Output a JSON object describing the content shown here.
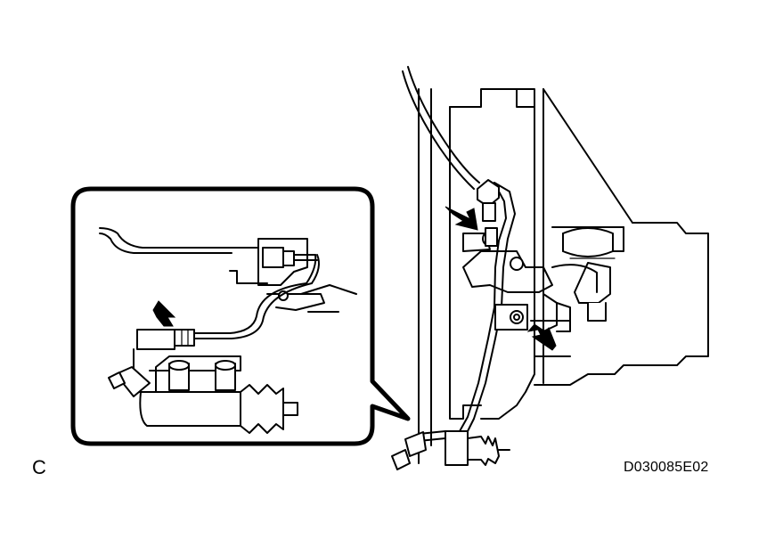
{
  "figure": {
    "view_letter": "C",
    "figure_code": "D030085E02"
  },
  "colors": {
    "line": "#000000",
    "background": "#ffffff"
  },
  "icons": {
    "callout_arrow": "solid-black-arrow",
    "detail_box": "rounded-callout-frame"
  }
}
